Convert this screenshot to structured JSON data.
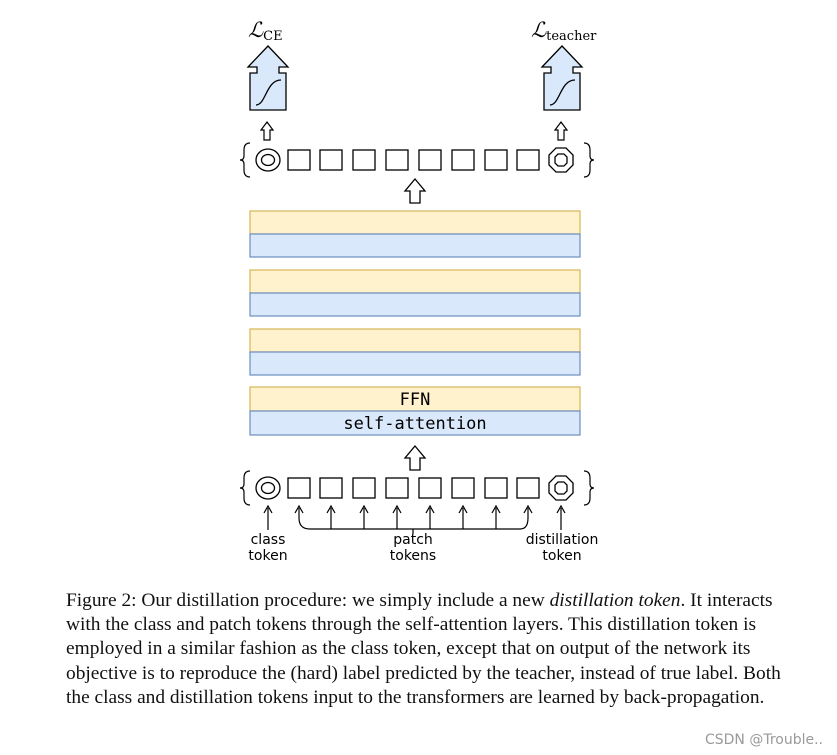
{
  "figure": {
    "loss_ce": {
      "symbol": "ℒ",
      "subscript": "CE"
    },
    "loss_teacher": {
      "symbol": "ℒ",
      "subscript": "teacher"
    },
    "layer_labels": {
      "ffn": "FFN",
      "attention": "self-attention"
    },
    "token_labels": {
      "class_line1": "class",
      "class_line2": "token",
      "patch_line1": "patch",
      "patch_line2": "tokens",
      "distill_line1": "distillation",
      "distill_line2": "token"
    },
    "colors": {
      "ffn_fill": "#fff2cc",
      "ffn_stroke": "#d6b656",
      "attn_fill": "#dae8fc",
      "attn_stroke": "#6c8ebf",
      "head_fill": "#dae8fc"
    }
  },
  "caption": {
    "prefix": "Figure 2: Our distillation procedure: we simply include a new ",
    "emphasis": "distillation token",
    "rest": ". It interacts with the class and patch tokens through the self-attention layers. This distillation token is employed in a similar fashion as the class token, except that on output of the network its objective is to reproduce the (hard) label predicted by the teacher, instead of true label. Both the class and distillation tokens input to the transformers are learned by back-propagation."
  },
  "watermark": "CSDN @Trouble.."
}
